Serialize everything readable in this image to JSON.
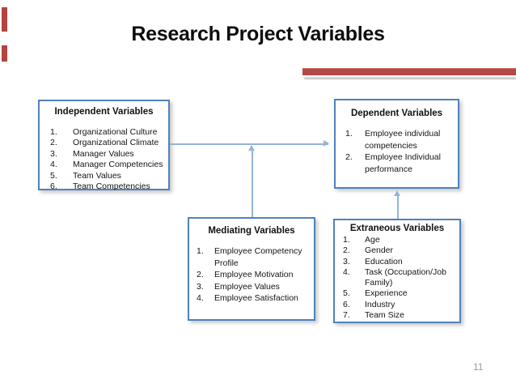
{
  "slide": {
    "title": "Research Project Variables",
    "page_number": "11",
    "accent_color": "#b34945",
    "box_border_color": "#4f81bd",
    "connector_color": "#95b3d7"
  },
  "boxes": {
    "independent": {
      "title": "Independent Variables",
      "items": [
        "Organizational Culture",
        "Organizational Climate",
        "Manager Values",
        "Manager Competencies",
        "Team Values",
        "Team Competencies"
      ]
    },
    "dependent": {
      "title": "Dependent Variables",
      "items": [
        "Employee individual competencies",
        "Employee Individual performance"
      ]
    },
    "mediating": {
      "title": "Mediating Variables",
      "items": [
        "Employee Competency Profile",
        "Employee Motivation",
        "Employee Values",
        "Employee Satisfaction"
      ]
    },
    "extraneous": {
      "title": "Extraneous Variables",
      "items": [
        "Age",
        "Gender",
        "Education",
        "Task (Occupation/Job Family)",
        "Experience",
        "Industry",
        "Team Size"
      ]
    }
  }
}
